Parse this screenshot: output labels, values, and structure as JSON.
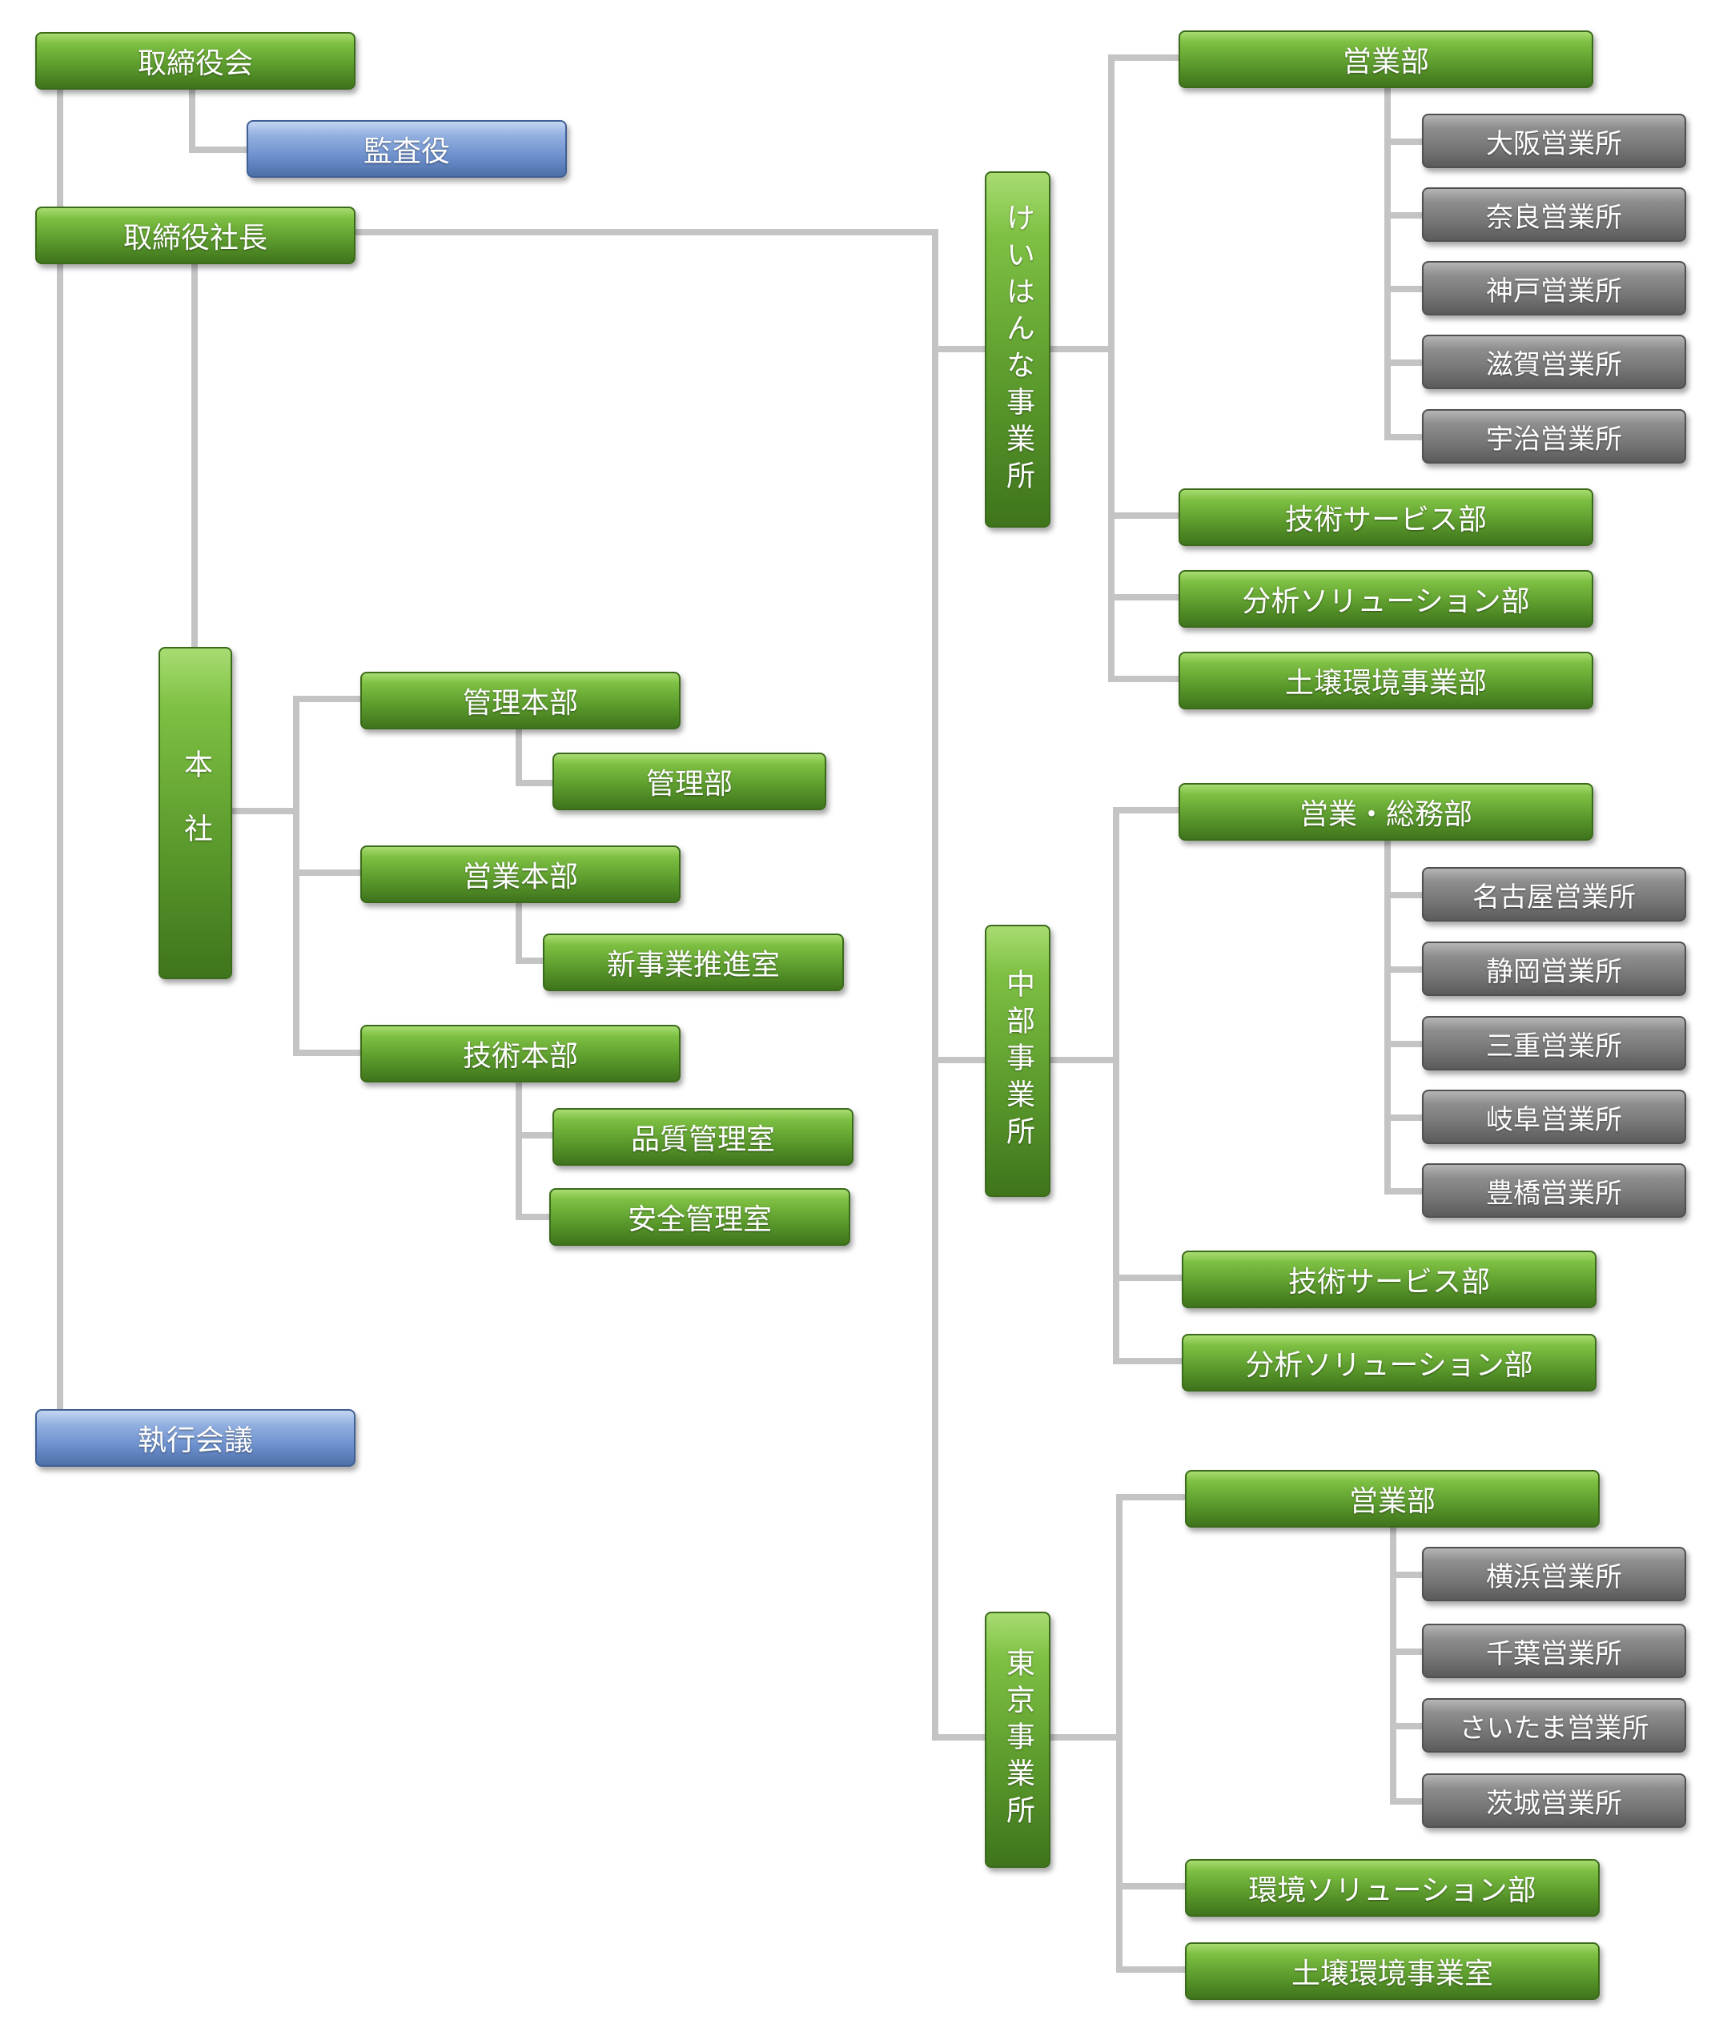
{
  "board": {
    "directors": "取締役会",
    "auditor": "監査役",
    "president": "取締役社長",
    "executive_meeting": "執行会議"
  },
  "head_office": {
    "label": "本社",
    "admin_hq": "管理本部",
    "admin_dept": "管理部",
    "sales_hq": "営業本部",
    "new_business": "新事業推進室",
    "tech_hq": "技術本部",
    "quality": "品質管理室",
    "safety": "安全管理室"
  },
  "keihanna": {
    "label": "けいはんな事業所",
    "sales": "営業部",
    "offices": [
      "大阪営業所",
      "奈良営業所",
      "神戸営業所",
      "滋賀営業所",
      "宇治営業所"
    ],
    "tech_service": "技術サービス部",
    "analysis": "分析ソリューション部",
    "soil": "土壌環境事業部"
  },
  "chubu": {
    "label": "中部事業所",
    "sales": "営業・総務部",
    "offices": [
      "名古屋営業所",
      "静岡営業所",
      "三重営業所",
      "岐阜営業所",
      "豊橋営業所"
    ],
    "tech_service": "技術サービス部",
    "analysis": "分析ソリューション部"
  },
  "tokyo": {
    "label": "東京事業所",
    "sales": "営業部",
    "offices": [
      "横浜営業所",
      "千葉営業所",
      "さいたま営業所",
      "茨城営業所"
    ],
    "env_solution": "環境ソリューション部",
    "soil": "土壌環境事業室"
  },
  "colors": {
    "connector": "#c4c4c4",
    "green": "#5b9a2c",
    "blue": "#6c8fcc",
    "gray": "#757575"
  }
}
